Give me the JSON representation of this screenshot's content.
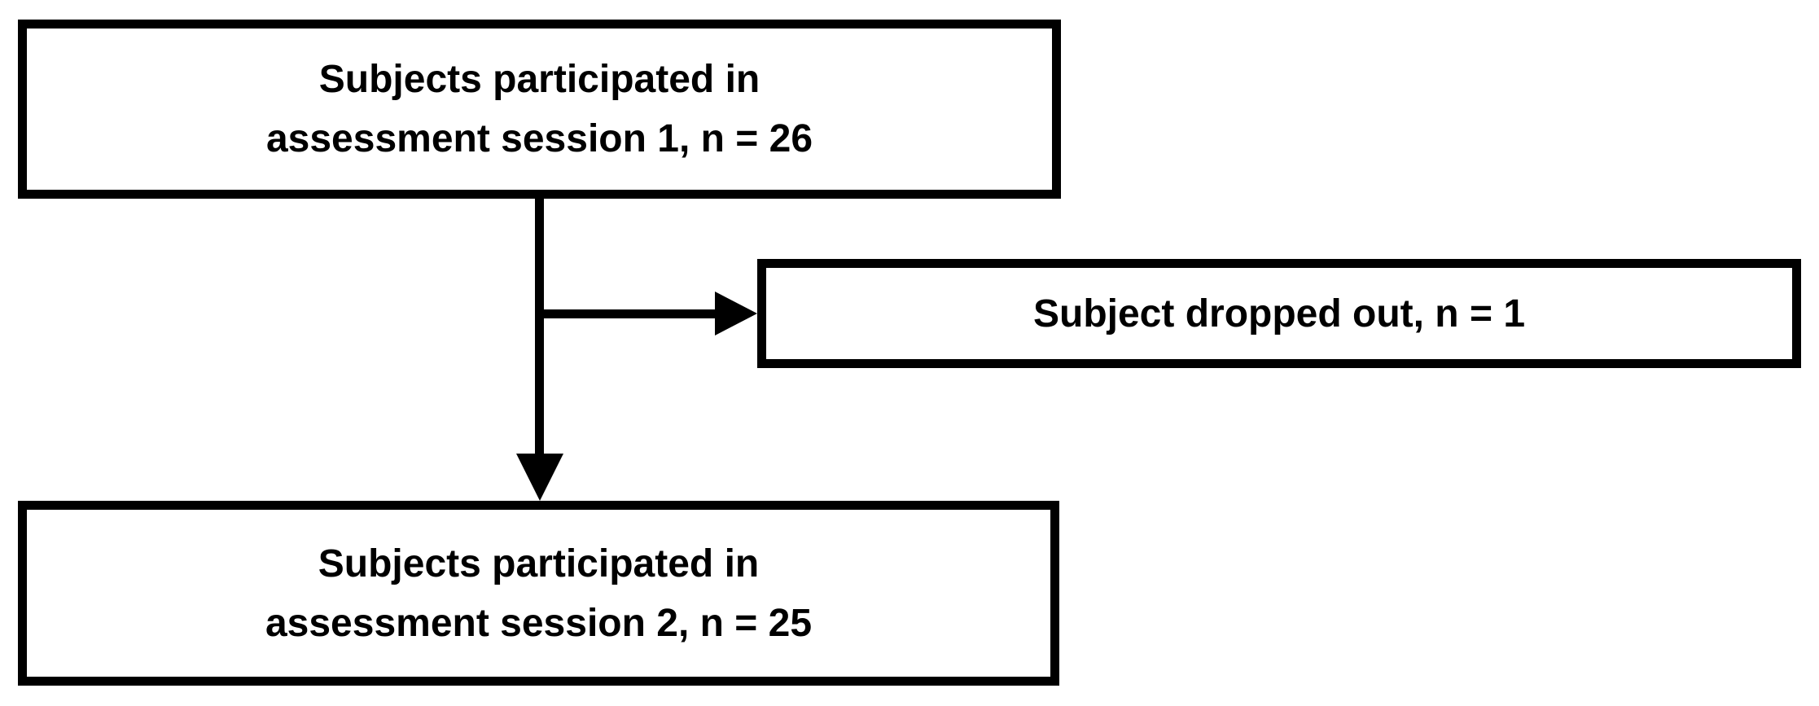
{
  "figure": {
    "background_color": "#ffffff",
    "line_color": "#000000",
    "text_color": "#000000"
  },
  "boxes": {
    "session1": {
      "line1": "Subjects participated in",
      "line2": "assessment session 1, n = 26"
    },
    "dropout": {
      "text": "Subject dropped out, n = 1"
    },
    "session2": {
      "line1": "Subjects participated in",
      "line2": "assessment session 2, n = 25"
    }
  },
  "edges": [
    {
      "from": "session1",
      "to": "session2",
      "direction": "down"
    },
    {
      "from": "session1",
      "to": "dropout",
      "direction": "right"
    }
  ]
}
